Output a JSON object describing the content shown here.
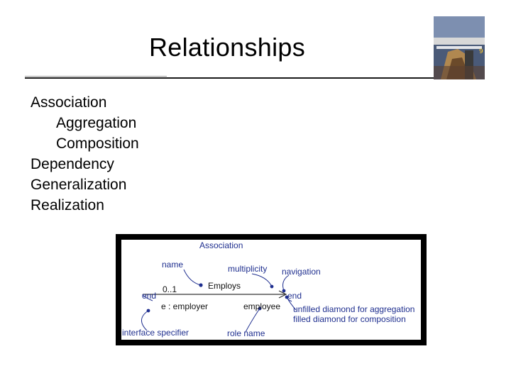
{
  "slide": {
    "title": "Relationships"
  },
  "bullets": [
    {
      "text": "Association",
      "level": 1
    },
    {
      "text": "Aggregation",
      "level": 2
    },
    {
      "text": "Composition",
      "level": 2
    },
    {
      "text": "Dependency",
      "level": 1
    },
    {
      "text": "Generalization",
      "level": 1
    },
    {
      "text": "Realization",
      "level": 1
    }
  ],
  "diagram": {
    "heading": "Association",
    "name": "name",
    "multiplicity": "multiplicity",
    "navigation": "navigation",
    "multiplicity_value": "0..1",
    "association_name": "Employs",
    "end_left": "end",
    "end_right": "end",
    "role_left": "e : employer",
    "role_right": "employee",
    "note_aggregation": "unfilled diamond for aggregation",
    "note_composition": "filled diamond for composition",
    "interface_specifier": "interface specifier",
    "role_name": "role name"
  },
  "colors": {
    "annotation": "#1f2f8f",
    "frame": "#000000"
  }
}
